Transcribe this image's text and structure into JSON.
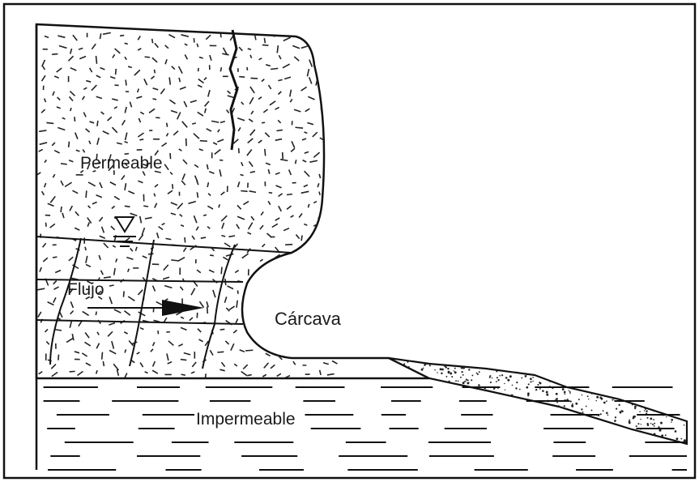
{
  "labels": {
    "permeable": "Permeable",
    "flujo": "Flujo",
    "carcava": "Cárcava",
    "impermeable": "Impermeable"
  },
  "colors": {
    "line": "#111111",
    "background": "#ffffff"
  },
  "icons": {
    "water_table": "water-table-triangle-icon",
    "flow_arrow": "flow-arrow-icon"
  }
}
